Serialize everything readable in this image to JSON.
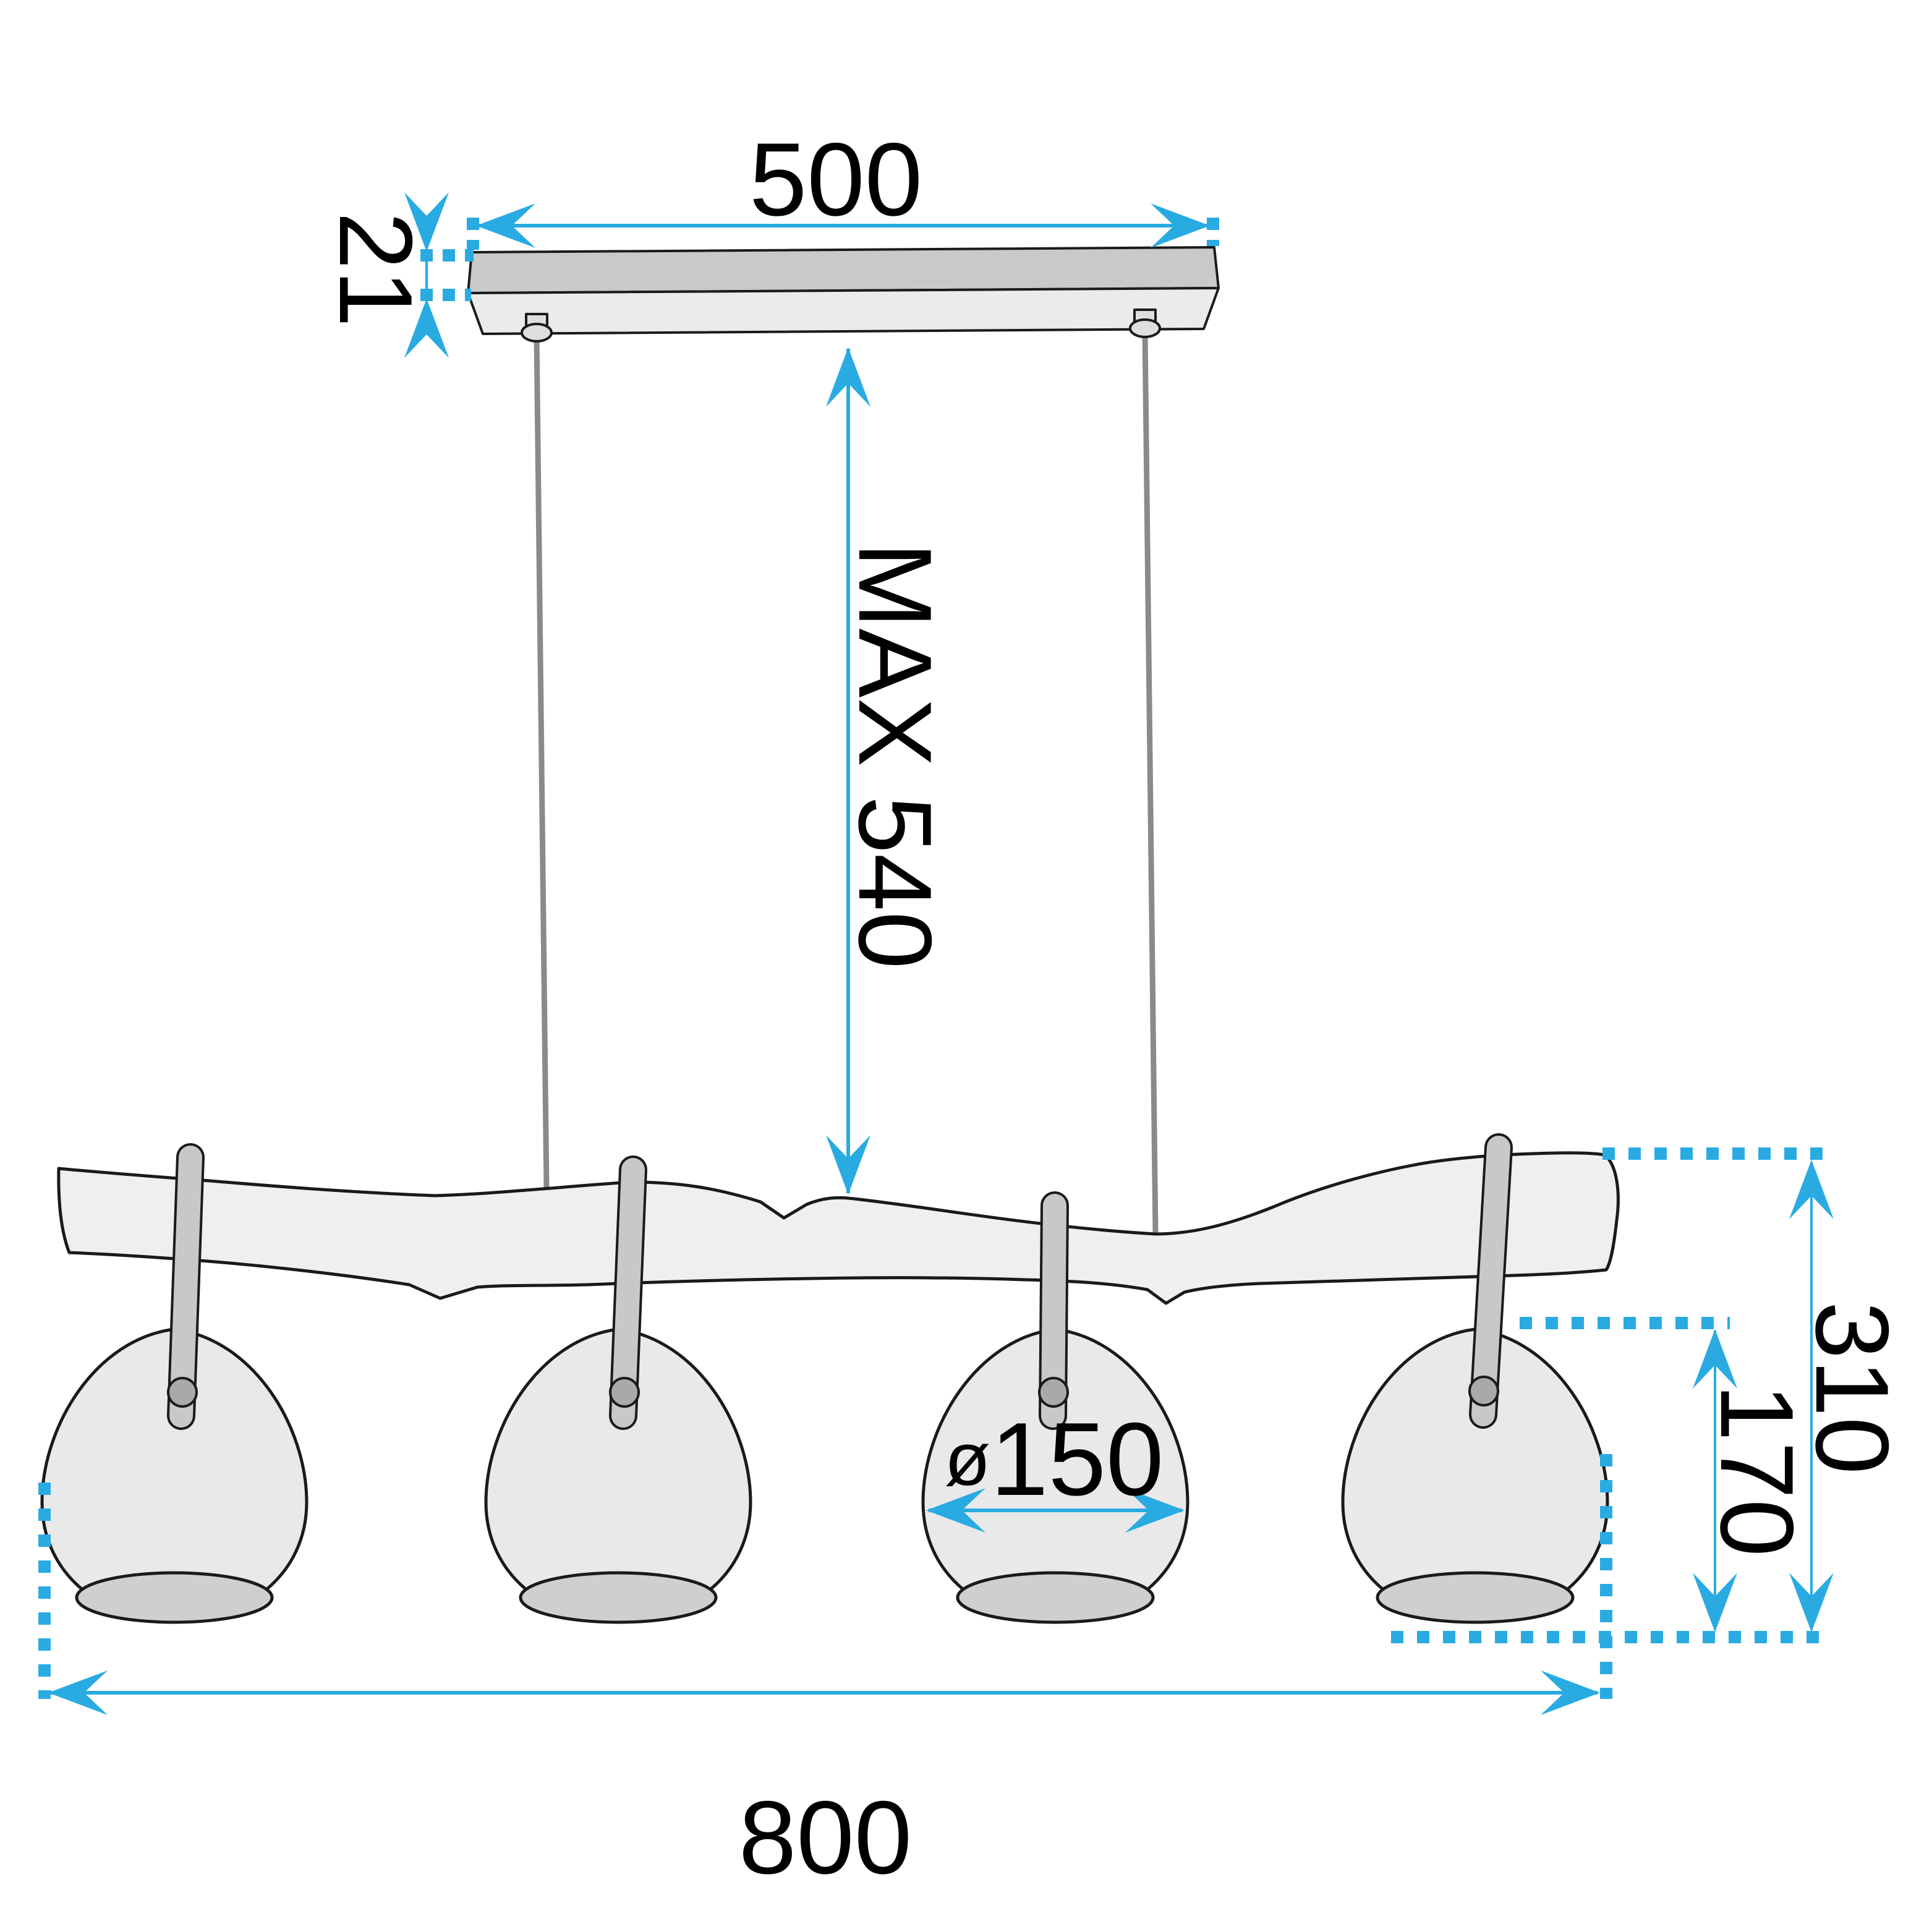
{
  "diagram": {
    "kind": "pendant-lamp-dimension-drawing",
    "colors": {
      "dimension_blue": "#29ABE2",
      "outline": "#1a1a1a",
      "text": "#000000",
      "canopy_top": "#c9c9c9",
      "canopy_front": "#ebebeb",
      "mount_fill": "#dedede",
      "cable": "#8a8a8a",
      "beam_fill": "#efefef",
      "shade_fill": "#e9e9e9",
      "shade_opening": "#cfcfcf",
      "strap_fill": "#c8c8c8",
      "rivet": "#a9a9a9"
    },
    "dimensions": {
      "canopy_width": "500",
      "canopy_thickness": "21",
      "max_drop": "MAX 540",
      "shade_diameter_prefix": "ø",
      "shade_diameter_value": "150",
      "beam_to_shade_bottom": "310",
      "shade_height": "170",
      "overall_width": "800"
    }
  }
}
